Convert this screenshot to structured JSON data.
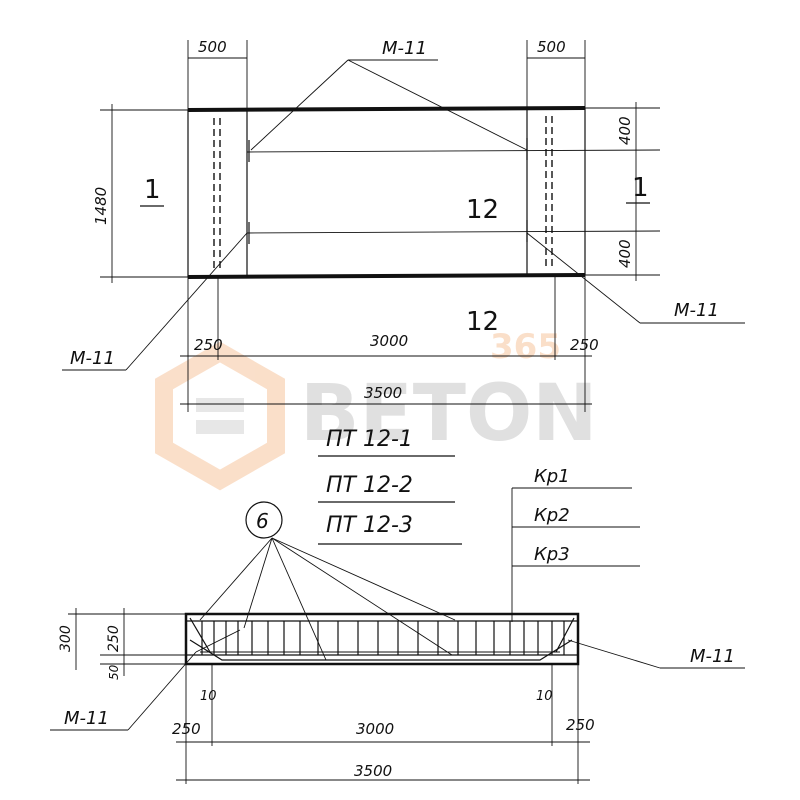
{
  "plan": {
    "dims": {
      "left_support": "500",
      "right_support": "500",
      "height": "1480",
      "top_zone": "400",
      "bottom_zone": "400",
      "left_bearing": "250",
      "span": "3000",
      "right_bearing": "250",
      "total": "3500"
    },
    "section_mark_left": "1",
    "section_mark_right": "1",
    "top_label": "12",
    "bottom_label": "12",
    "anchor_label_top": "M-11",
    "anchor_label_left": "M-11",
    "anchor_label_right": "M-11"
  },
  "titles": [
    "ПТ 12-1",
    "ПТ 12-2",
    "ПТ 12-3"
  ],
  "elevation": {
    "callout_number": "6",
    "cage_labels": [
      "Кр1",
      "Кр2",
      "Кр3"
    ],
    "dims": {
      "total_height": "300",
      "inner_height": "250",
      "bottom_offset": "50",
      "left_small": "10",
      "right_small": "10",
      "left_bearing": "250",
      "span": "3000",
      "right_bearing": "250",
      "total": "3500"
    },
    "anchor_label_left": "M-11",
    "anchor_label_right": "M-11"
  },
  "watermark": {
    "number": "365",
    "brand": "BETON"
  }
}
